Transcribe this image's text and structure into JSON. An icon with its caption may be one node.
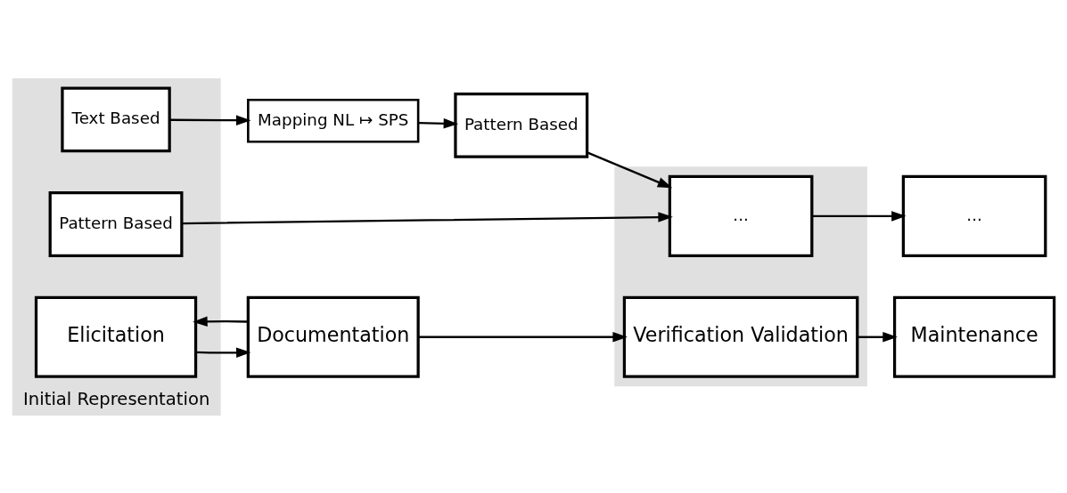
{
  "diagram": {
    "nodes": [
      {
        "text": [
          "Initial Representation"
        ]
      },
      {
        "text": [
          "Elicitation"
        ],
        "in": 0
      },
      {
        "text": [
          "Documentation"
        ]
      },
      {
        "text": [],
        "shape": "box"
      },
      {
        "text": [
          "Verification Validation"
        ],
        "in": 3
      },
      {
        "text": [
          "Maintenance"
        ]
      },
      {
        "text": [
          "Pattern Based"
        ],
        "in": 0
      },
      {
        "text": [
          "..."
        ],
        "in": 3
      },
      {
        "text": [
          "..."
        ]
      },
      {
        "text": [
          "Text Based"
        ],
        "in": 0
      },
      {
        "text": [
          "Mapping NL ↦ SPS"
        ]
      },
      {
        "text": [
          "Pattern Based"
        ]
      }
    ],
    "edges": [
      {
        "from": 1,
        "to": 2,
        "arrow": "to"
      },
      {
        "from": 2,
        "to": 1,
        "arrow": "to"
      },
      {
        "from": 2,
        "to": 4,
        "arrow": "to"
      },
      {
        "from": 4,
        "to": 5,
        "arrow": "to"
      },
      {
        "from": 6,
        "to": 7,
        "arrow": "to"
      },
      {
        "from": 11,
        "to": 7,
        "arrow": "to"
      },
      {
        "from": 7,
        "to": 8,
        "arrow": "to"
      },
      {
        "from": 9,
        "to": 10,
        "arrow": "to"
      },
      {
        "from": 10,
        "to": 11,
        "arrow": "to"
      }
    ]
  }
}
